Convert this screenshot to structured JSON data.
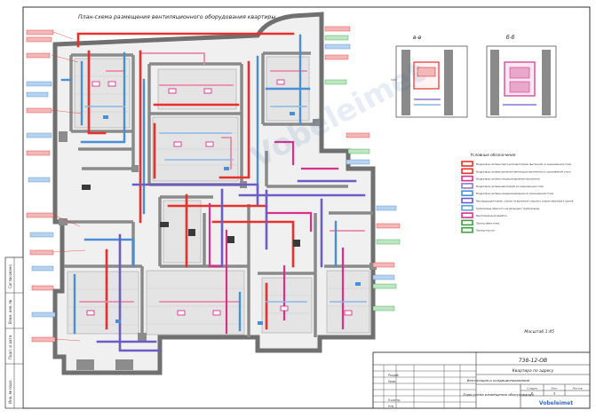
{
  "drawing": {
    "title": "План-схема размещения вентиляционного оборудования квартиры",
    "sections": [
      "в-в",
      "б-б"
    ],
    "scale": "Масштаб 1:45"
  },
  "legend": {
    "title": "Условные обозначения",
    "items": [
      {
        "text": "Воздуховод системы приточной вентиляции (вытяжной) из оцинкованной стали",
        "color": "#e8302c"
      },
      {
        "text": "Воздуховод системы вытяжной вентиляции (вытяжной) из оцинкованной стали",
        "color": "#e8302c"
      },
      {
        "text": "Воздуховод системы кондиционирования (вытяжной)",
        "color": "#d9308a"
      },
      {
        "text": "Воздуховод системы вентиляции из оцинкованной стали",
        "color": "#8a7cc8"
      },
      {
        "text": "Воздуховод системы кондиционирования из оцинкованной стали",
        "color": "#4a8fd4"
      },
      {
        "text": "Регулирующий клапан, клапан на вытяжной стороне и клапан обратный в группе",
        "color": "#6a5acd"
      },
      {
        "text": "Трубопровод обратного нагнетающего трубопровода",
        "color": "#5aa0e0"
      },
      {
        "text": "Вентиляционная решётка",
        "color": "#d9308a"
      },
      {
        "text": "Проход через стену",
        "color": "#3aa040"
      },
      {
        "text": "Проход под пол",
        "color": "#3aa040"
      }
    ]
  },
  "title_block": {
    "code": "738-12-ОВ",
    "object": "Квартира по адресу",
    "system": "Вентиляция и кондиционирование",
    "sheet_name": "План-схема размещения оборудования",
    "stage_header": "Стадия",
    "sheet_header": "Лист",
    "sheets_header": "Листов",
    "stage": "Р",
    "sheet": "3",
    "company": "Vobeleimet",
    "roles": [
      "Разраб.",
      "Пров.",
      "Н.контр.",
      "Утв."
    ]
  },
  "side_stamps": [
    "Инв. № подл.",
    "Подп. и дата",
    "Взам. инв. №",
    "Согласовано"
  ],
  "colors": {
    "supply": "#e8302c",
    "exhaust": "#4a8fd4",
    "conditioning": "#d9308a",
    "ventilation": "#7b6fc4",
    "wall": "#6a6a6a",
    "wall_fill": "#8a8a8a",
    "room_fill": "#eeeeee",
    "note_green": "#2e9e3c"
  },
  "watermark": "Vobeleimet"
}
